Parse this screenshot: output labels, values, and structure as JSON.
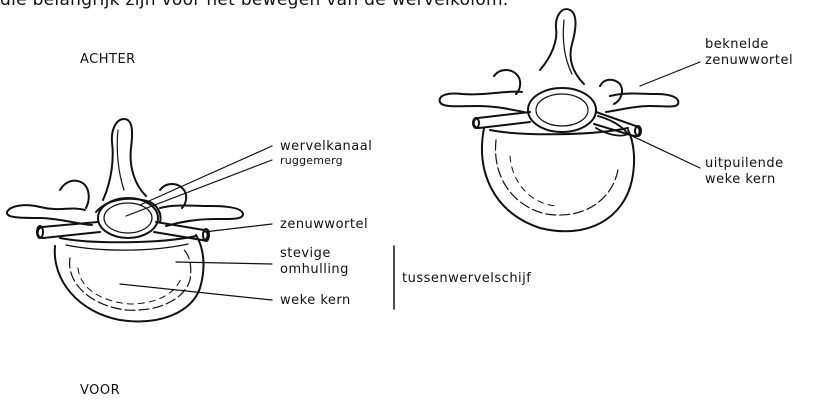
{
  "caption": "die belangrijk zijn voor het bewegen van de wervelkolom.",
  "left_diagram": {
    "orientation_top": "ACHTER",
    "orientation_bottom": "VOOR",
    "labels": {
      "spinal_canal": "wervelkanaal",
      "spinal_cord": "ruggemerg",
      "nerve_root": "zenuwwortel",
      "firm_casing_line1": "stevige",
      "firm_casing_line2": "omhulling",
      "soft_nucleus": "weke kern",
      "disc": "tussenwervelschijf"
    }
  },
  "right_diagram": {
    "labels": {
      "pinched_root_line1": "beknelde",
      "pinched_root_line2": "zenuwwortel",
      "bulging_line1": "uitpuilende",
      "bulging_line2": "weke kern"
    }
  },
  "colors": {
    "ink": "#111111",
    "paper": "#ffffff"
  }
}
